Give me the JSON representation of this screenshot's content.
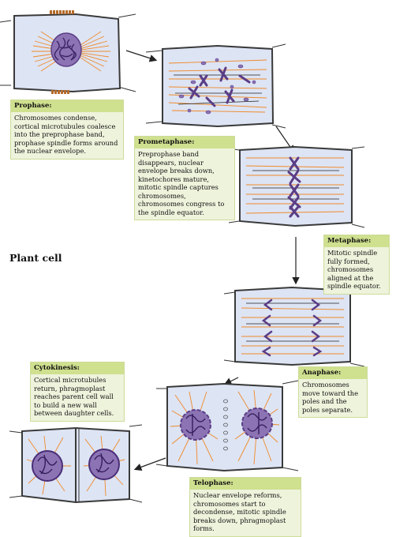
{
  "figure_label": "Plant cell",
  "stages": [
    {
      "id": "prophase",
      "title": "Prophase:",
      "text": "Chromosomes condense, cortical microtubules coalesce into the preprophase band, prophase spindle forms around the nuclear envelope."
    },
    {
      "id": "prometaphase",
      "title": "Prometaphase:",
      "text": "Preprophase band disappears, nuclear envelope breaks down, kinetochores mature, mitotic spindle captures chromosomes, chromosomes congress to the spindle equator."
    },
    {
      "id": "metaphase",
      "title": "Metaphase:",
      "text": "Mitotic spindle fully formed, chromosomes aligned at the spindle equator."
    },
    {
      "id": "anaphase",
      "title": "Anaphase:",
      "text": "Chromosomes move toward the poles and the poles separate."
    },
    {
      "id": "telophase",
      "title": "Telophase:",
      "text": "Nuclear envelope reforms, chromosomes start to decondense, mitotic spindle breaks down, phragmoplast forms."
    },
    {
      "id": "cytokinesis",
      "title": "Cytokinesis:",
      "text": "Cortical microtubules return, phragmoplast reaches parent cell wall to build a new wall between daughter cells."
    }
  ],
  "colors": {
    "cell_fill": "#dde4f4",
    "cell_wall": "#3a3a3a",
    "microtubule": "#f08a2a",
    "chromosome": "#8c73b4",
    "chromosome_dark": "#5b3d86",
    "callout_fill": "#eef3dc",
    "callout_title": "#cfe08f"
  }
}
